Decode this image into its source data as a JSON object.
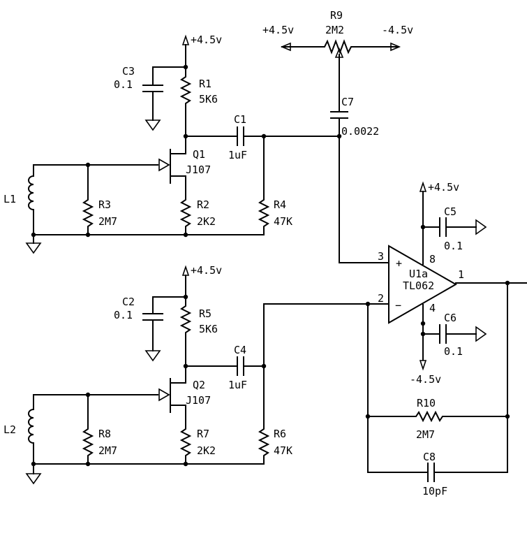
{
  "diagram": {
    "components": {
      "r1": {
        "ref": "R1",
        "value": "5K6"
      },
      "r2": {
        "ref": "R2",
        "value": "2K2"
      },
      "r3": {
        "ref": "R3",
        "value": "2M7"
      },
      "r4": {
        "ref": "R4",
        "value": "47K"
      },
      "r5": {
        "ref": "R5",
        "value": "5K6"
      },
      "r6": {
        "ref": "R6",
        "value": "47K"
      },
      "r7": {
        "ref": "R7",
        "value": "2K2"
      },
      "r8": {
        "ref": "R8",
        "value": "2M7"
      },
      "r9": {
        "ref": "R9",
        "value": "2M2"
      },
      "r10": {
        "ref": "R10",
        "value": "2M7"
      },
      "c1": {
        "ref": "C1",
        "value": "1uF"
      },
      "c2": {
        "ref": "C2",
        "value": "0.1"
      },
      "c3": {
        "ref": "C3",
        "value": "0.1"
      },
      "c4": {
        "ref": "C4",
        "value": "1uF"
      },
      "c5": {
        "ref": "C5",
        "value": "0.1"
      },
      "c6": {
        "ref": "C6",
        "value": "0.1"
      },
      "c7": {
        "ref": "C7",
        "value": "0.0022"
      },
      "c8": {
        "ref": "C8",
        "value": "10pF"
      },
      "q1": {
        "ref": "Q1",
        "value": "J107"
      },
      "q2": {
        "ref": "Q2",
        "value": "J107"
      },
      "l1": {
        "ref": "L1"
      },
      "l2": {
        "ref": "L2"
      },
      "u1": {
        "ref": "U1a",
        "value": "TL062"
      }
    },
    "supplies": {
      "pos": "+4.5v",
      "neg": "-4.5v"
    },
    "opamp": {
      "pin_plus": "3",
      "pin_minus": "2",
      "pin_vpos": "8",
      "pin_vneg": "4",
      "pin_out": "1",
      "plus_sign": "+",
      "minus_sign": "−"
    }
  }
}
